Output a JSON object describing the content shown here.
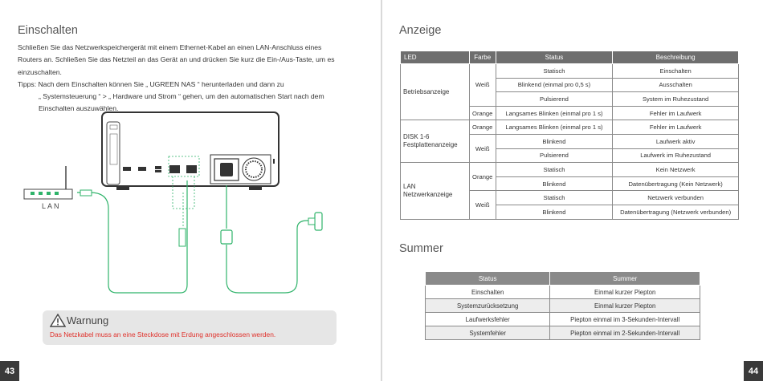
{
  "left_page": {
    "title": "Einschalten",
    "paragraph_line1": "Schließen Sie das Netzwerkspeichergerät mit einem Ethernet-Kabel an einen LAN-Anschluss eines",
    "paragraph_line2": "Routers an. Schließen Sie das Netzteil an das Gerät an und drücken Sie kurz die Ein-/Aus-Taste, um es",
    "paragraph_line3": "einzuschalten.",
    "tips_line1": "Tipps: Nach dem Einschalten können Sie „ UGREEN NAS “ herunterladen und dann zu",
    "tips_line2": "„ Systemsteuerung “ > „ Hardware und Strom “ gehen, um den automatischen Start nach dem",
    "tips_line3": "Einschalten auszuwählen.",
    "lan_label": "LAN",
    "warning_title": "Warnung",
    "warning_text": "Das Netzkabel muss an eine Steckdose mit Erdung angeschlossen werden.",
    "page_number": "43"
  },
  "right_page": {
    "title": "Anzeige",
    "led_table": {
      "headers": [
        "LED",
        "Farbe",
        "Status",
        "Beschreibung"
      ],
      "groups": {
        "betrieb": "Betriebsanzeige",
        "disk_line1": "DISK 1-6",
        "disk_line2": "Festplattenanzeige",
        "lan_line1": "LAN",
        "lan_line2": "Netzwerkanzeige"
      },
      "colors": {
        "weiss": "Weiß",
        "orange": "Orange"
      },
      "rows": [
        {
          "status": "Statisch",
          "desc": "Einschalten"
        },
        {
          "status": "Blinkend (einmal pro 0,5 s)",
          "desc": "Ausschalten"
        },
        {
          "status": "Pulsierend",
          "desc": "System im Ruhezustand"
        },
        {
          "status": "Langsames Blinken (einmal pro 1 s)",
          "desc": "Fehler im Laufwerk"
        },
        {
          "status": "Langsames Blinken (einmal pro 1 s)",
          "desc": "Fehler im Laufwerk"
        },
        {
          "status": "Blinkend",
          "desc": "Laufwerk aktiv"
        },
        {
          "status": "Pulsierend",
          "desc": "Laufwerk im Ruhezustand"
        },
        {
          "status": "Statisch",
          "desc": "Kein Netzwerk"
        },
        {
          "status": "Blinkend",
          "desc": "Datenübertragung (Kein Netzwerk)"
        },
        {
          "status": "Statisch",
          "desc": "Netzwerk verbunden"
        },
        {
          "status": "Blinkend",
          "desc": "Datenübertragung (Netzwerk verbunden)"
        }
      ]
    },
    "summer_title": "Summer",
    "summer_table": {
      "headers": [
        "Status",
        "Summer"
      ],
      "rows": [
        {
          "status": "Einschalten",
          "summer": "Einmal kurzer Piepton"
        },
        {
          "status": "Systemzurücksetzung",
          "summer": "Einmal kurzer Piepton"
        },
        {
          "status": "Laufwerksfehler",
          "summer": "Piepton einmal im 3-Sekunden-Intervall"
        },
        {
          "status": "Systemfehler",
          "summer": "Piepton einmal im 2-Sekunden-Intervall"
        }
      ]
    },
    "page_number": "44"
  },
  "colors": {
    "header_dark": "#6e6e6e",
    "header_summer": "#8a8a8a",
    "cable_green": "#2fb36a",
    "warning_red": "#e0312b"
  }
}
